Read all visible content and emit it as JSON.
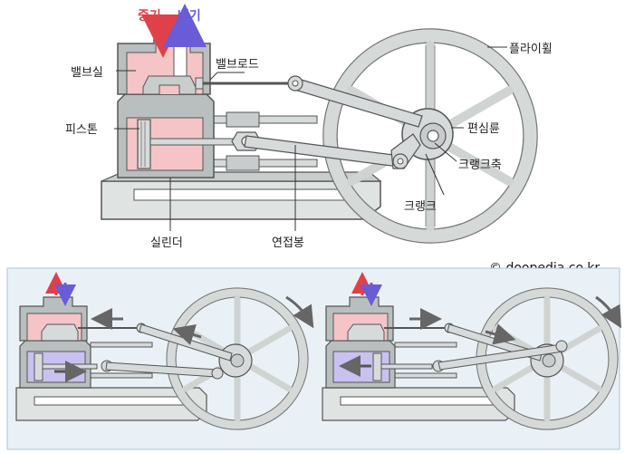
{
  "labels": {
    "steam": "증기",
    "exhaust": "배기",
    "valve_chamber": "밸브실",
    "valve_rod": "밸브로드",
    "flywheel": "플라이휠",
    "piston": "피스톤",
    "eccentric": "편심륜",
    "crankshaft": "크랭크축",
    "crank": "크랭크",
    "cylinder": "실린더",
    "connecting_rod": "연접봉"
  },
  "copyright": "© doopedia.co.kr",
  "colors": {
    "steam": "#e0404a",
    "exhaust": "#6a5bd6",
    "cylinder_fill": "#f4c4c6",
    "cylinder_exhaust_fill": "#c9c1f0",
    "metal": "#d8dcdc",
    "panel_bg": "#e9f1f6"
  }
}
